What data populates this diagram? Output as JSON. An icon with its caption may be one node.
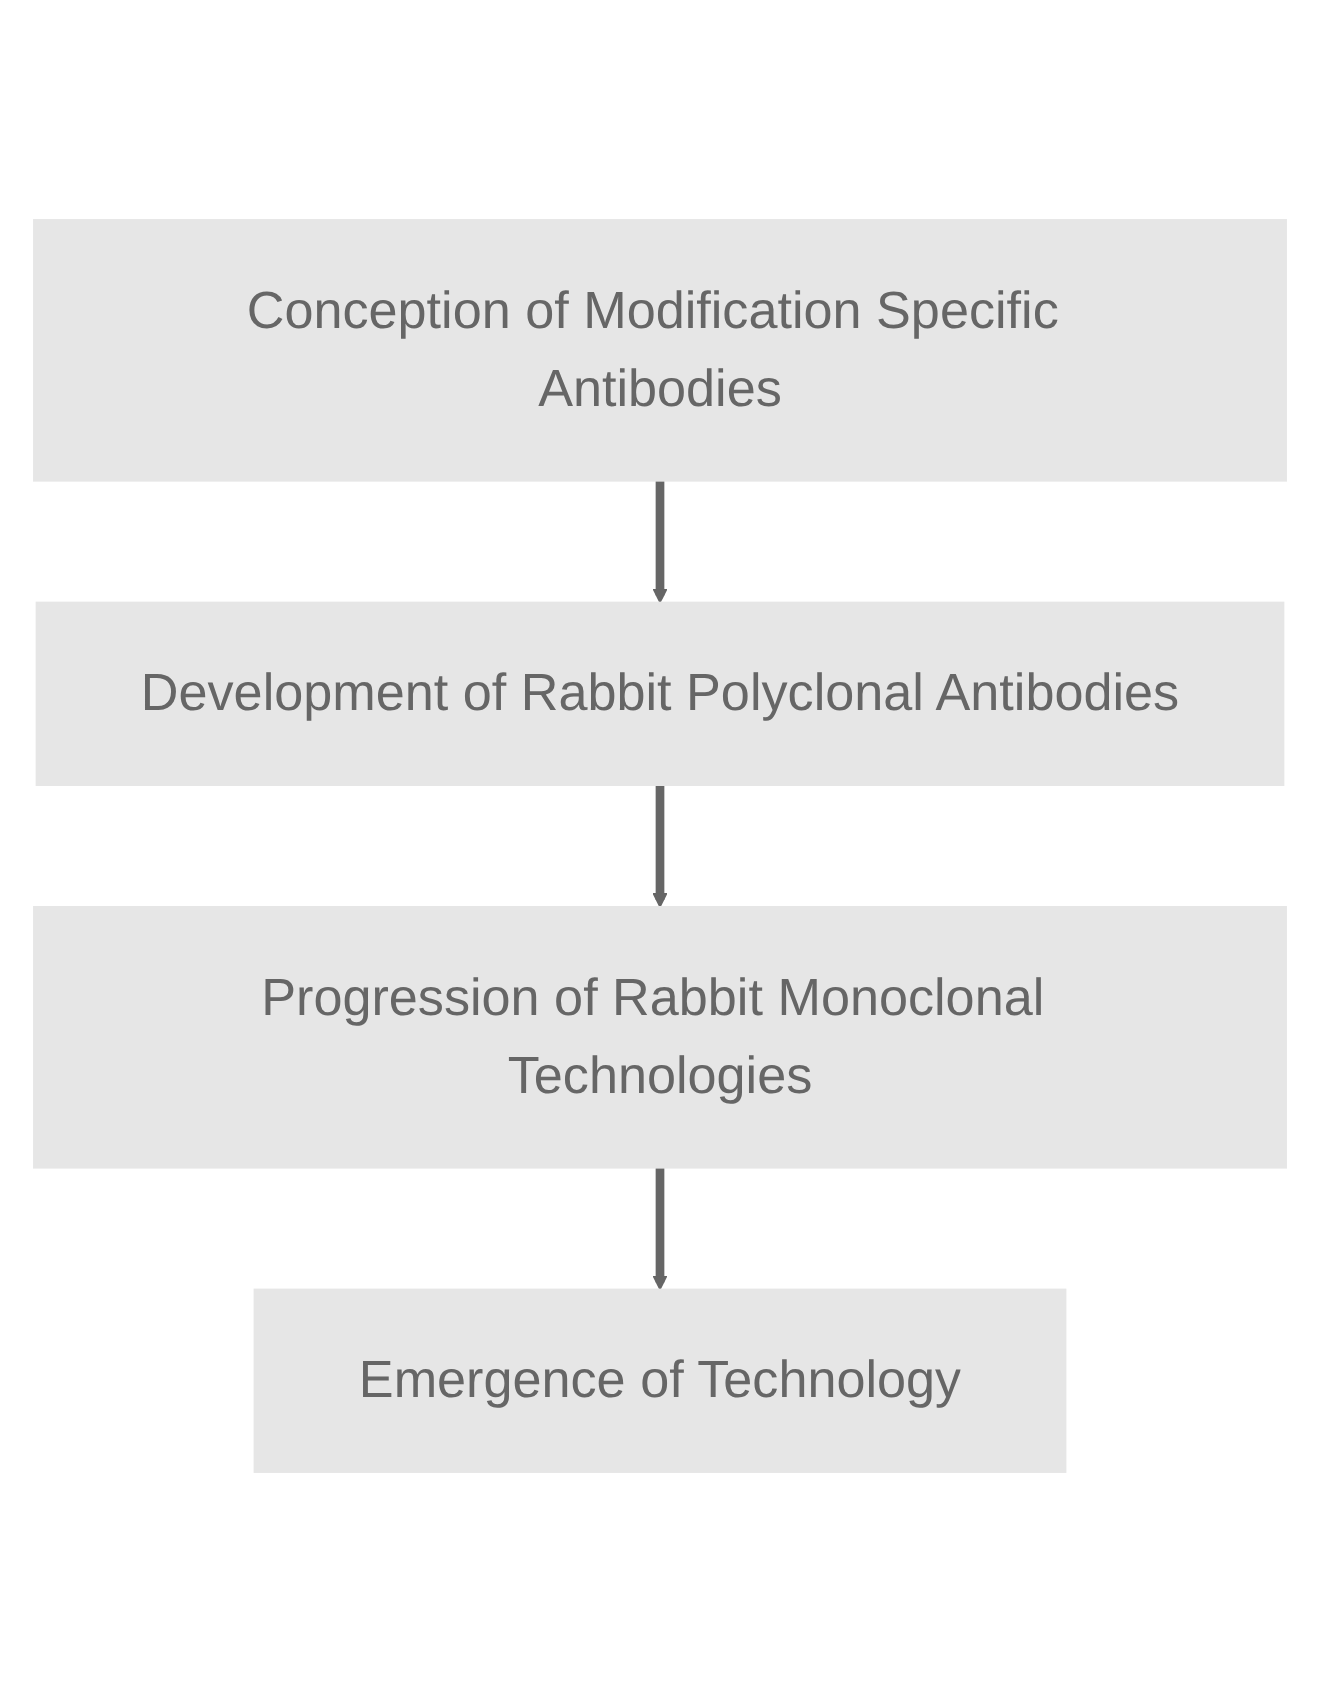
{
  "diagram": {
    "nodes": [
      {
        "text": [
          "Conception of Modification Specific Antibodies"
        ]
      },
      {
        "text": [
          "Development of Rabbit Polyclonal Antibodies"
        ]
      },
      {
        "text": [
          "Progression of Rabbit Monoclonal Technologies"
        ]
      },
      {
        "text": [
          "Emergence of Technology"
        ]
      }
    ],
    "edges": [
      {
        "from": 0,
        "to": 1,
        "arrow": "to"
      },
      {
        "from": 1,
        "to": 2,
        "arrow": "to"
      },
      {
        "from": 2,
        "to": 3,
        "arrow": "to"
      }
    ]
  }
}
